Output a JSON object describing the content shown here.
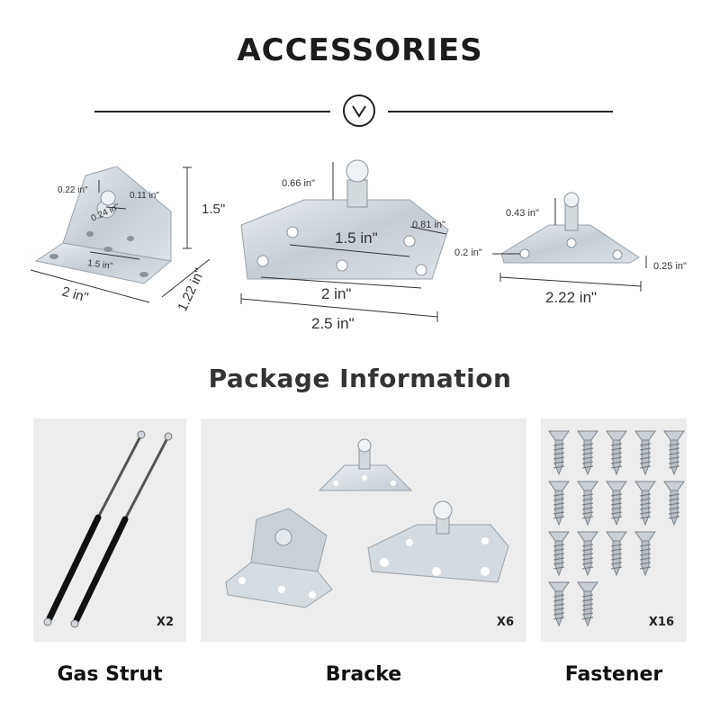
{
  "header": {
    "title": "ACCESSORIES"
  },
  "icons": {
    "divider_icon": "chevron-down-icon"
  },
  "brackets": {
    "left": {
      "d1": "0.22 in\"",
      "d2": "0.11 in\"",
      "d3": "0.24 in\"",
      "height": "1.5\"",
      "hole_spacing": "1.5 in\"",
      "width": "2 in\"",
      "depth": "1.22 in\""
    },
    "middle": {
      "stud_height": "0.66 in\"",
      "edge": "0.81 in\"",
      "hole_spacing": "1.5 in\"",
      "inner_width": "2 in\"",
      "width": "2.5 in\""
    },
    "right": {
      "stud_height": "0.43 in\"",
      "hole_dia": "0.2 in\"",
      "thickness": "0.25 in\"",
      "width": "2.22 in\""
    }
  },
  "package": {
    "title": "Package Information",
    "items": [
      {
        "qty": "X2",
        "label": "Gas Strut"
      },
      {
        "qty": "X6",
        "label": "Bracke"
      },
      {
        "qty": "X16",
        "label": "Fastener"
      }
    ]
  },
  "colors": {
    "metal": "#cfd6dc",
    "panel": "#ededed",
    "text": "#222222"
  }
}
